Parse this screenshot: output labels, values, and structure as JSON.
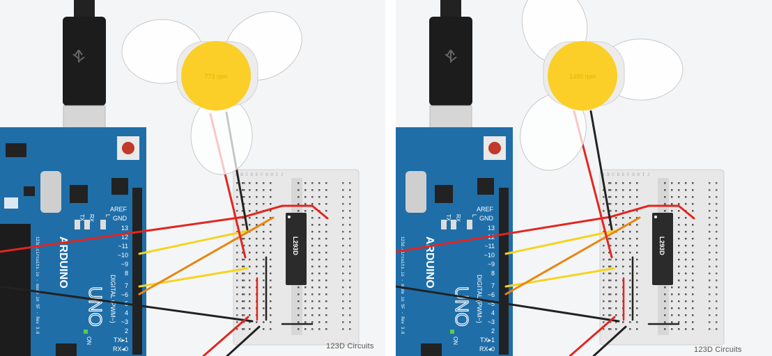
{
  "panels": [
    {
      "rpm_label": "773 rpm",
      "brand": "123D Circuits",
      "chip_label": "L293D"
    },
    {
      "rpm_label": "1490 rpm",
      "brand": "123D Circuits",
      "chip_label": "L293D"
    }
  ],
  "board": {
    "name": "UNO",
    "brand": "ARDUINO",
    "aref": "AREF",
    "gnd": "GND",
    "pins": [
      "13",
      "12",
      "~11",
      "~10",
      "~9",
      "8",
      "7",
      "~6",
      "~5",
      "4",
      "~3",
      "2",
      "TX▸1",
      "RX◂0"
    ],
    "digital_label": "DIGITAL (PWM~)",
    "l_label": "L",
    "tx_label": "TX",
    "rx_label": "RX",
    "on_label": "ON",
    "footer_text": "123d.circuits.io - made in SF - Rev 3.0"
  },
  "breadboard": {
    "col_letters_top": "A B C D E   F G H I J"
  },
  "colors": {
    "board": "#1f6ea8",
    "rotor": "#fbcf27",
    "wire_red": "#e3251f",
    "wire_black": "#222222",
    "wire_yellow": "#f5d420",
    "wire_orange": "#e8850f",
    "chip": "#2b2b2b",
    "breadboard": "#e8e8e8"
  }
}
